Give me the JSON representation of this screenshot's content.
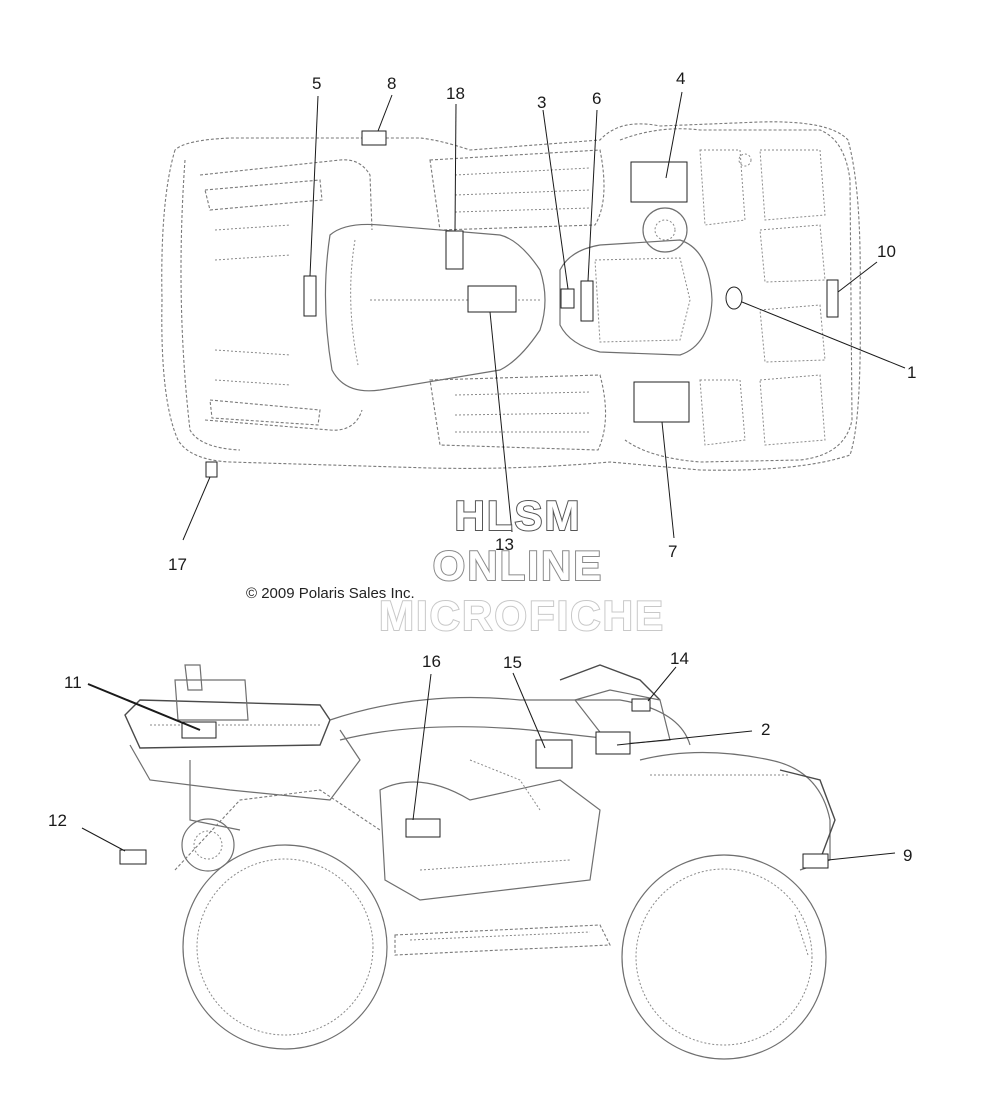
{
  "callouts": {
    "c1": "1",
    "c2": "2",
    "c3": "3",
    "c4": "4",
    "c5": "5",
    "c6": "6",
    "c7": "7",
    "c8": "8",
    "c9": "9",
    "c10": "10",
    "c11": "11",
    "c12": "12",
    "c13": "13",
    "c14": "14",
    "c15": "15",
    "c16": "16",
    "c17": "17",
    "c18": "18"
  },
  "watermark": {
    "line1": "HLSM",
    "line2": "ONLINE",
    "line3": "MICROFICHE"
  },
  "copyright": "© 2009 Polaris Sales Inc.",
  "colors": {
    "ink": "#1a1a1a",
    "drawing": "#7a7a7a",
    "background": "#ffffff"
  }
}
